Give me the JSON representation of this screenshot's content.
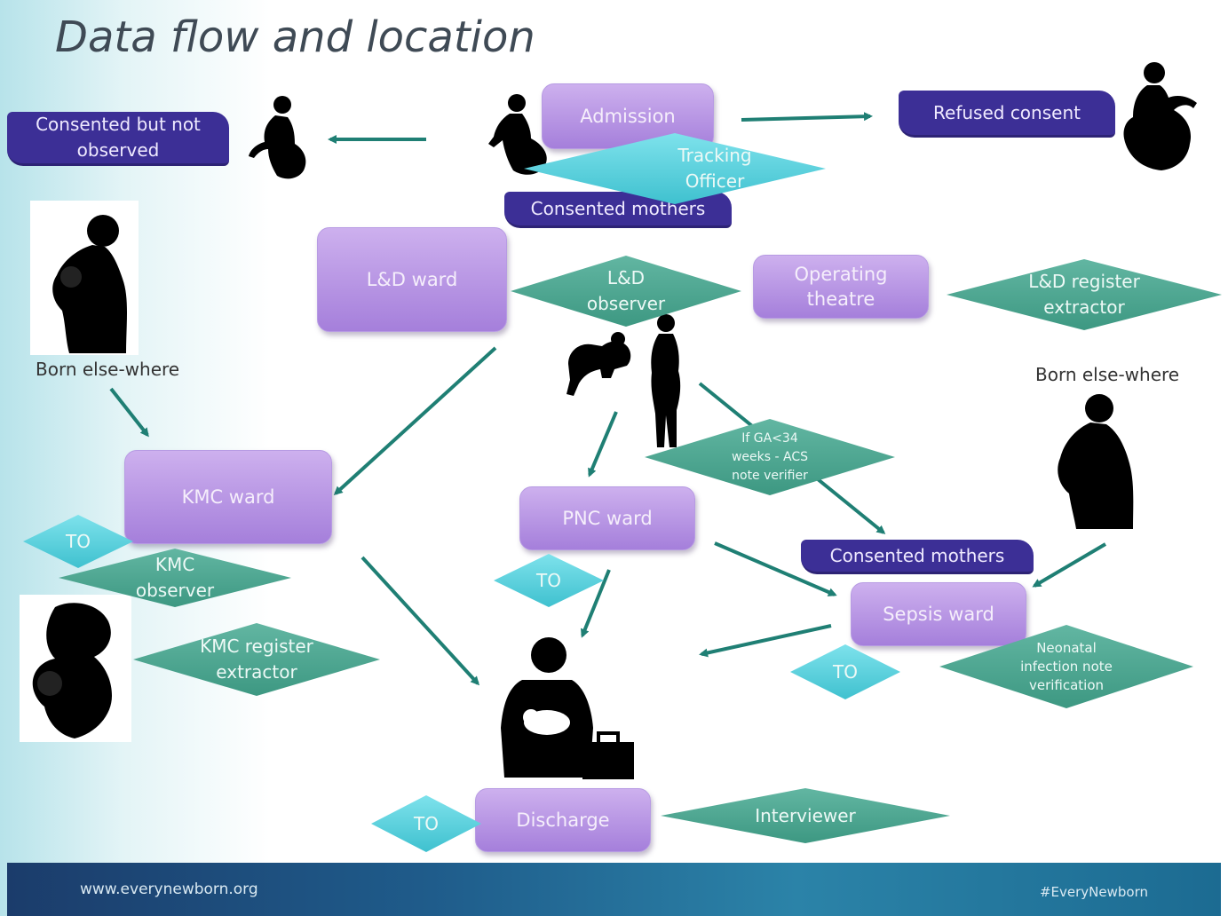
{
  "title": "Data flow and location",
  "wards": {
    "admission": "Admission",
    "ld_ward": "L&D ward",
    "operating_theatre": "Operating theatre",
    "kmc_ward": "KMC ward",
    "pnc_ward": "PNC ward",
    "sepsis_ward": "Sepsis ward",
    "discharge": "Discharge"
  },
  "roles": {
    "tracking_officer": "Tracking Officer",
    "ld_observer": "L&D observer",
    "ld_register_extractor": "L&D register extractor",
    "acs_note_verifier": "If GA<34 weeks - ACS note verifier",
    "kmc_observer": "KMC observer",
    "kmc_register_extractor": "KMC register extractor",
    "neonatal_infection_note_verification": "Neonatal infection note verification",
    "interviewer": "Interviewer",
    "to_kmc": "TO",
    "to_pnc": "TO",
    "to_sepsis": "TO",
    "to_discharge": "TO"
  },
  "banners": {
    "consented_not_observed": "Consented but not observed",
    "refused_consent": "Refused consent",
    "consented_mothers_top": "Consented mothers",
    "consented_mothers_bottom": "Consented mothers"
  },
  "labels": {
    "born_elsewhere_left": "Born else-where",
    "born_elsewhere_right": "Born else-where"
  },
  "footer": {
    "website": "www.everynewborn.org",
    "hashtag": "#EveryNewborn"
  },
  "colors": {
    "ward_box": "#a57fdb",
    "role_teal": "#3d9882",
    "role_cyan": "#3fc1cf",
    "banner": "#3c2f96",
    "arrow": "#1f7f74",
    "footer": "#1f5c8b"
  }
}
